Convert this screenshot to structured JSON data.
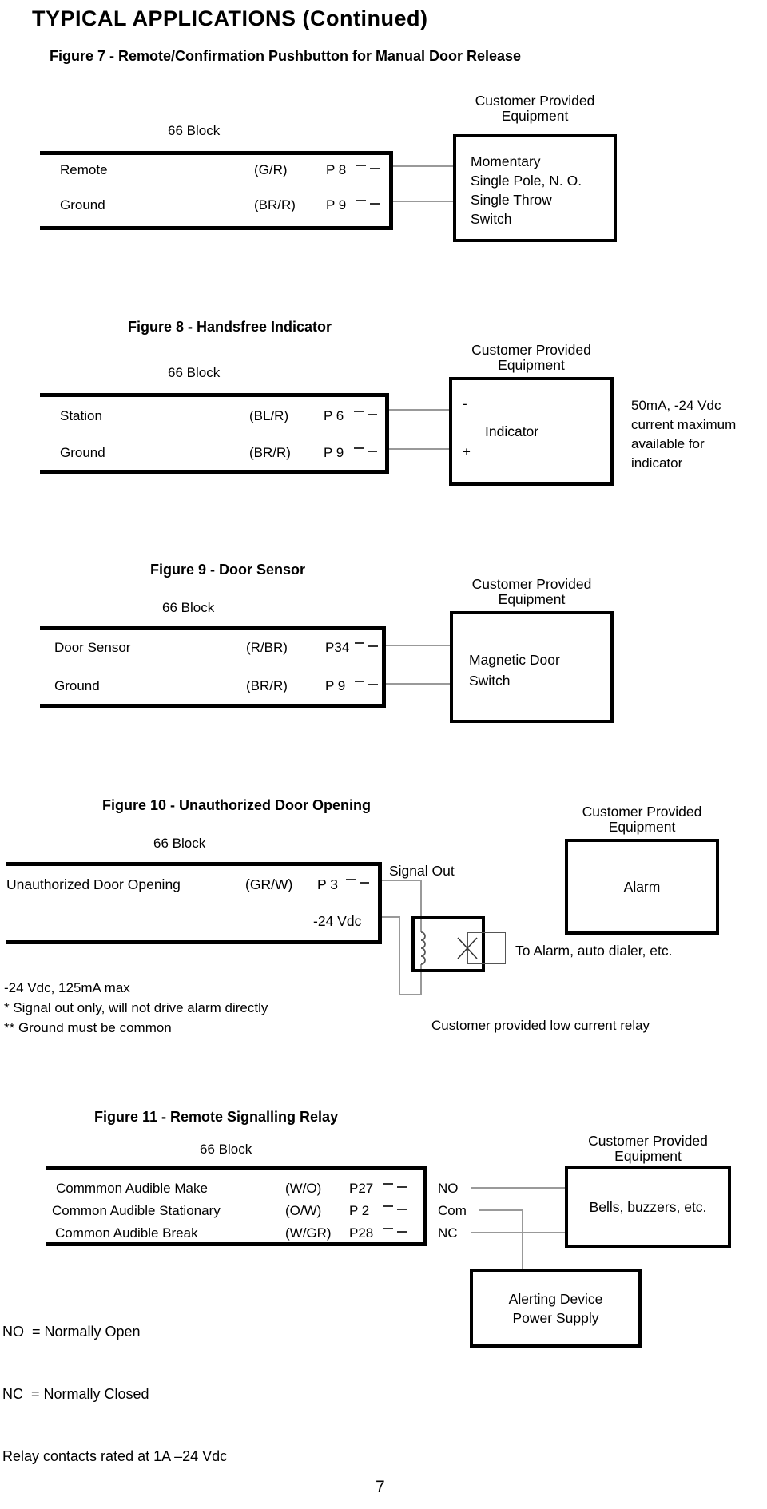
{
  "colors": {
    "ink": "#000000",
    "connector_line": "#999999"
  },
  "page": {
    "title": "TYPICAL APPLICATIONS (Continued)",
    "page_number": "7"
  },
  "shared": {
    "block_label": "66 Block",
    "cpe_line1": "Customer Provided",
    "cpe_line2": "Equipment"
  },
  "fig7": {
    "caption": "Figure 7 - Remote/Confirmation Pushbutton for Manual Door Release",
    "rows": [
      {
        "label": "Remote",
        "code": "(G/R)",
        "pin": "P 8"
      },
      {
        "label": "Ground",
        "code": "(BR/R)",
        "pin": "P 9"
      }
    ],
    "device_lines": [
      "Momentary",
      "Single Pole, N. O.",
      "Single Throw",
      "Switch"
    ]
  },
  "fig8": {
    "caption": "Figure 8 - Handsfree Indicator",
    "rows": [
      {
        "label": "Station",
        "code": "(BL/R)",
        "pin": "P 6"
      },
      {
        "label": "Ground",
        "code": "(BR/R)",
        "pin": "P 9"
      }
    ],
    "minus": "-",
    "plus": "+",
    "device": "Indicator",
    "note_lines": [
      "50mA, -24 Vdc",
      "current maximum",
      "available for",
      "indicator"
    ]
  },
  "fig9": {
    "caption": "Figure 9 - Door Sensor",
    "rows": [
      {
        "label": "Door Sensor",
        "code": "(R/BR)",
        "pin": "P34"
      },
      {
        "label": "Ground",
        "code": "(BR/R)",
        "pin": "P 9"
      }
    ],
    "device_lines": [
      "Magnetic Door",
      "Switch"
    ]
  },
  "fig10": {
    "caption": "Figure 10 - Unauthorized Door Opening",
    "row": {
      "label": "Unauthorized Door Opening",
      "code": "(GR/W)",
      "pin": "P 3"
    },
    "signal_out": "Signal Out",
    "vdc_label": "-24 Vdc",
    "device": "Alarm",
    "to_alarm": "To Alarm, auto dialer, etc.",
    "notes": [
      "-24 Vdc, 125mA max",
      "* Signal out only, will not drive alarm directly",
      "** Ground must be common"
    ],
    "relay_note": "Customer provided low current relay"
  },
  "fig11": {
    "caption": "Figure 11 - Remote Signalling Relay",
    "rows": [
      {
        "label": "Commmon Audible Make",
        "code": "(W/O)",
        "pin": "P27",
        "term": "NO"
      },
      {
        "label": "Common Audible Stationary",
        "code": "(O/W)",
        "pin": "P 2",
        "term": "Com"
      },
      {
        "label": "Common Audible Break",
        "code": "(W/GR)",
        "pin": "P28",
        "term": "NC"
      }
    ],
    "device": "Bells, buzzers, etc.",
    "power_lines": [
      "Alerting Device",
      "Power Supply"
    ],
    "notes": [
      "NO  = Normally Open",
      "NC  = Normally Closed",
      "Relay contacts rated at 1A –24 Vdc"
    ]
  }
}
